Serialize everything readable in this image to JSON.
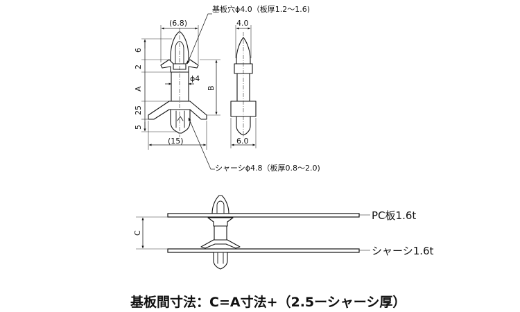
{
  "top_view": {
    "dim_width_top": "(6.8)",
    "dim_width_bottom": "(15)",
    "dim_stack": [
      "6",
      "2",
      "A",
      "25",
      "5"
    ],
    "dim_shaft": "ϕ4",
    "dim_b": "B",
    "board_hole_note": "基板穴ϕ4.0（板厚1.2〜1.6)",
    "chassis_hole_note": "シャーシϕ4.8（板厚0.8〜2.0)"
  },
  "side_view": {
    "dim_top_width": "4.0",
    "dim_bottom_width": "6.0"
  },
  "assembly": {
    "dim_c": "C",
    "pc_board_label": "PC板1.6t",
    "chassis_label": "シャーシ1.6t"
  },
  "formula": "基板間寸法：C=A寸法+（2.5ーシャーシ厚）"
}
